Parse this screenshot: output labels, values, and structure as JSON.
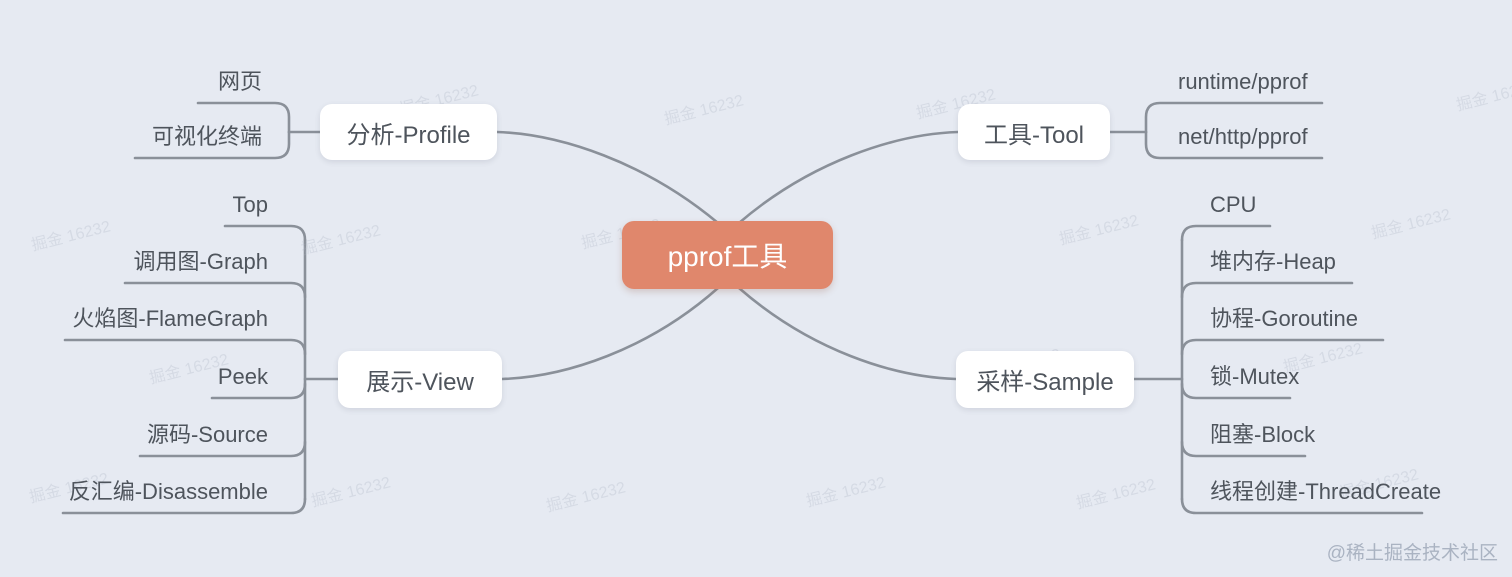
{
  "title": "pprof mind map",
  "colors": {
    "background": "#e6eaf2",
    "line": "#8a9099",
    "center_bg": "#e0876c",
    "center_text": "#ffffff",
    "topic_text": "#4e545c",
    "watermark_text": "#aab3c2"
  },
  "center": {
    "label": "pprof工具"
  },
  "branches": {
    "profile": {
      "label": "分析-Profile",
      "children": [
        "网页",
        "可视化终端"
      ]
    },
    "tool": {
      "label": "工具-Tool",
      "children": [
        "runtime/pprof",
        "net/http/pprof"
      ]
    },
    "view": {
      "label": "展示-View",
      "children": [
        "Top",
        "调用图-Graph",
        "火焰图-FlameGraph",
        "Peek",
        "源码-Source",
        "反汇编-Disassemble"
      ]
    },
    "sample": {
      "label": "采样-Sample",
      "children": [
        "CPU",
        "堆内存-Heap",
        "协程-Goroutine",
        "锁-Mutex",
        "阻塞-Block",
        "线程创建-ThreadCreate"
      ]
    }
  },
  "watermarks": {
    "tile_text": "掘金 16232",
    "credit": "@稀土掘金技术社区"
  }
}
